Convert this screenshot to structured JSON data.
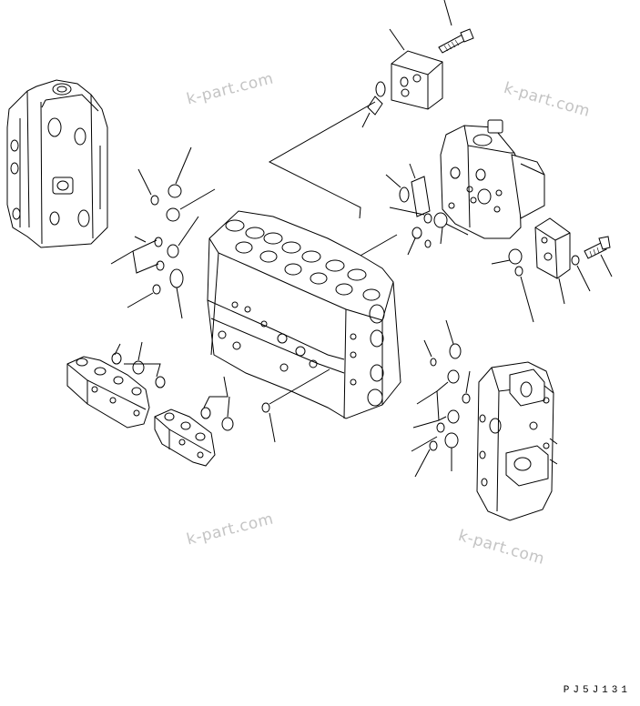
{
  "watermarks": [
    "k-part.com",
    "k-part.com",
    "k-part.com",
    "k-part.com"
  ],
  "drawing_code": "PJ5J131",
  "colors": {
    "line": "#000000",
    "watermark": "#c4c4c4",
    "background": "#ffffff"
  }
}
